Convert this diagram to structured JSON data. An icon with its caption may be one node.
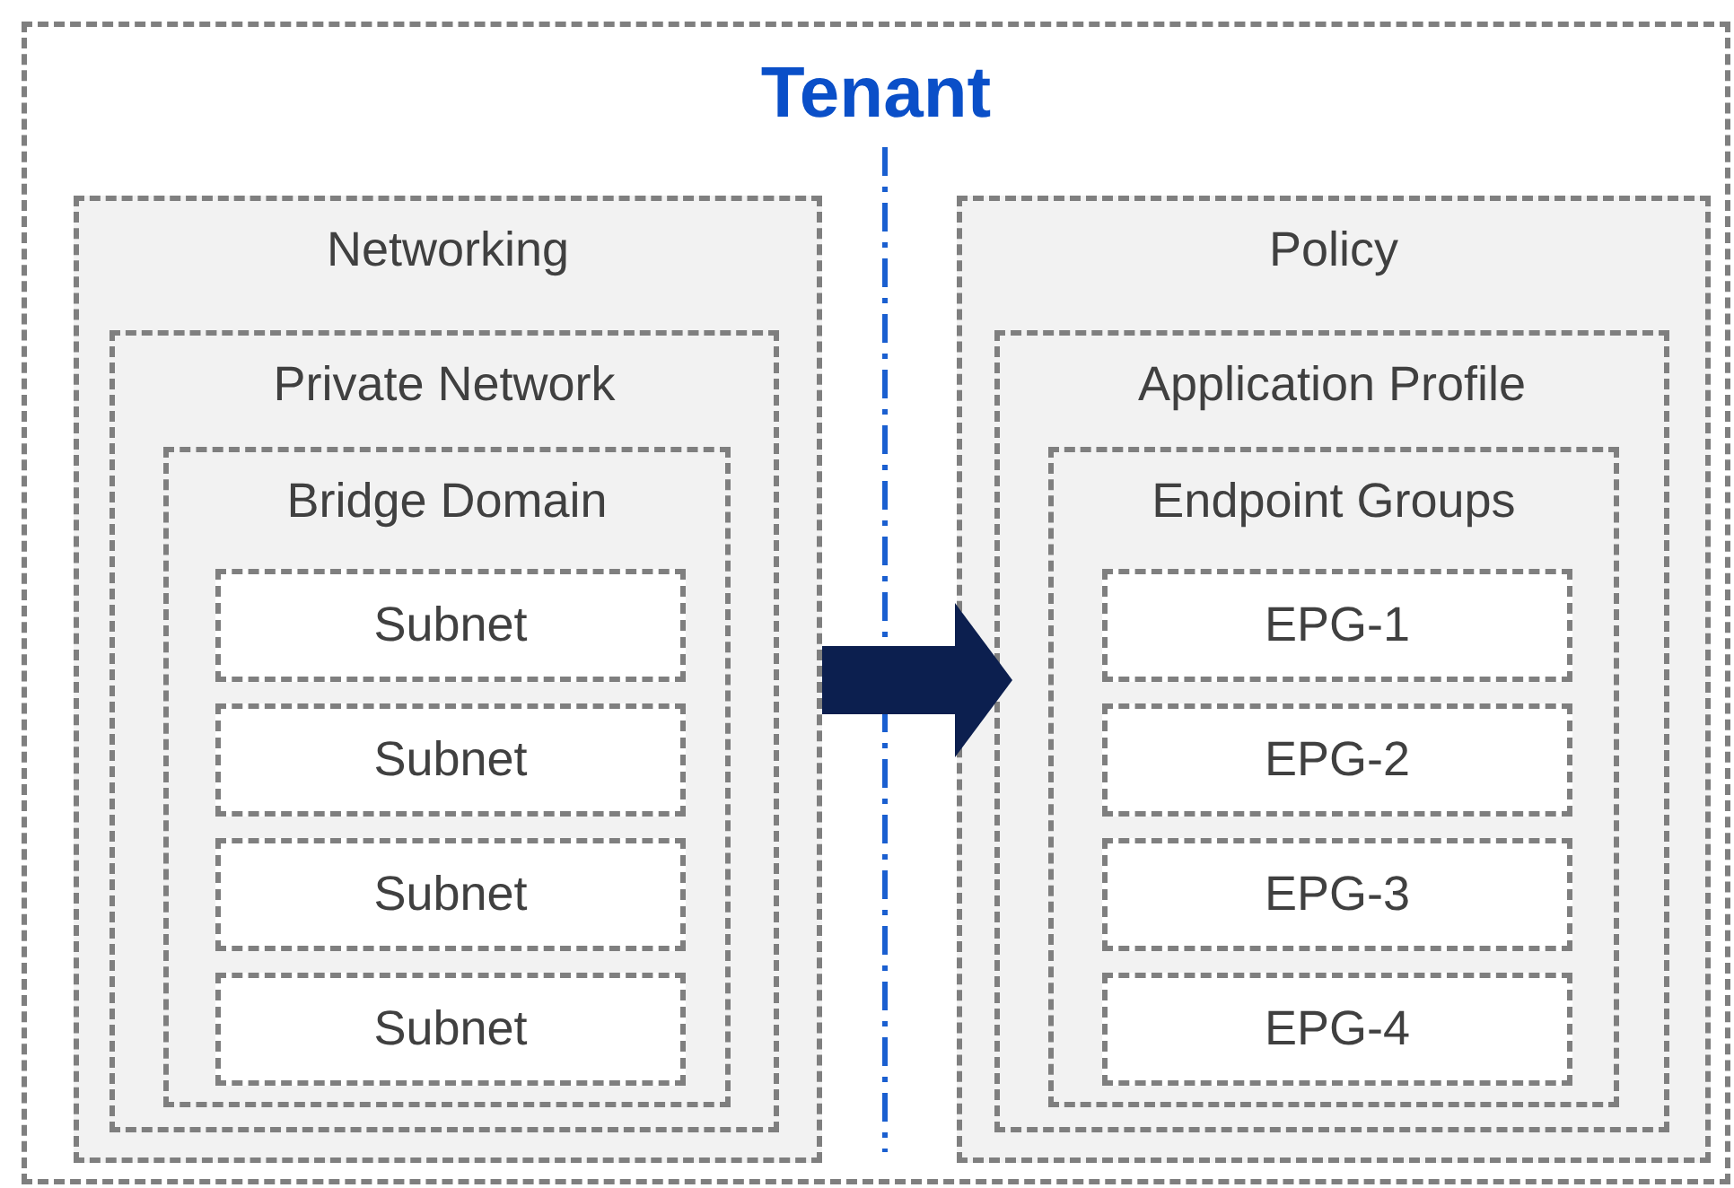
{
  "diagram": {
    "nodes": [
      {
        "text": [
          "Tenant"
        ]
      },
      {
        "text": [
          "Networking"
        ],
        "in": 0
      },
      {
        "text": [
          "Private Network"
        ],
        "in": 1
      },
      {
        "text": [
          "Bridge Domain"
        ],
        "in": 2
      },
      {
        "text": [
          "Subnet"
        ],
        "in": 3
      },
      {
        "text": [
          "Subnet"
        ],
        "in": 3
      },
      {
        "text": [
          "Subnet"
        ],
        "in": 3
      },
      {
        "text": [
          "Subnet"
        ],
        "in": 3
      },
      {
        "text": [
          "Policy"
        ],
        "in": 0
      },
      {
        "text": [
          "Application Profile"
        ],
        "in": 8
      },
      {
        "text": [
          "Endpoint Groups"
        ],
        "in": 9
      },
      {
        "text": [
          "EPG-1"
        ],
        "in": 10
      },
      {
        "text": [
          "EPG-2"
        ],
        "in": 10
      },
      {
        "text": [
          "EPG-3"
        ],
        "in": 10
      },
      {
        "text": [
          "EPG-4"
        ],
        "in": 10
      }
    ],
    "edges": [
      {
        "from": 1,
        "to": 8,
        "arrow": "to"
      }
    ]
  }
}
